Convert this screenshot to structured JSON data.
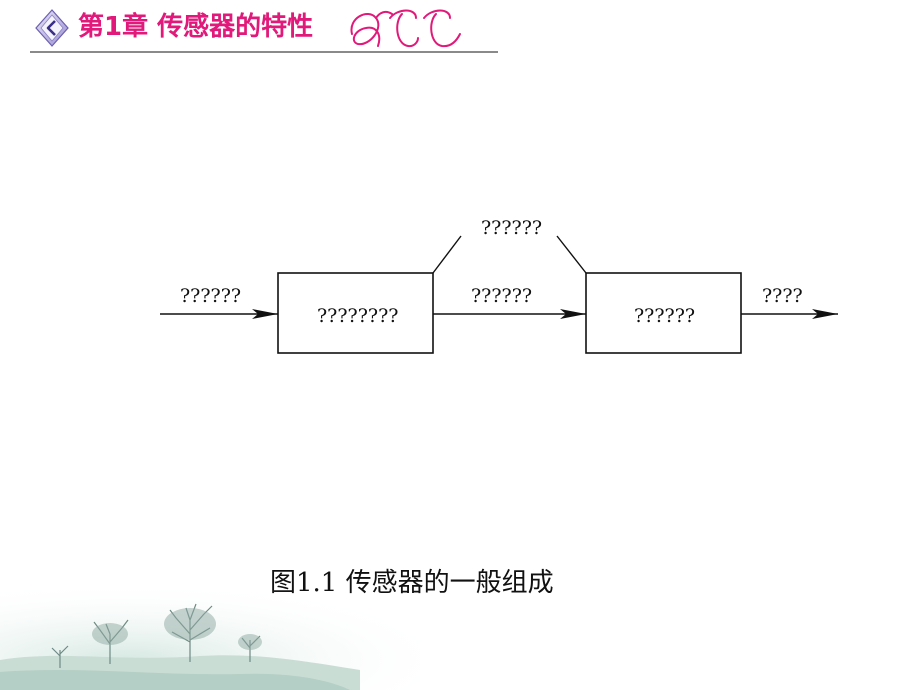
{
  "header": {
    "title": "第1章 传感器的特性",
    "accent_color": "#e0197a",
    "nav_icon": "diamond-chevron-left-icon",
    "ornament": "decorative-swirl-ornament"
  },
  "diagram": {
    "input_label": "??????",
    "block1_label": "????????",
    "middle_label": "??????",
    "auxiliary_label": "??????",
    "block2_label": "??????",
    "output_label": "????"
  },
  "caption": "图1.1 传感器的一般组成",
  "footer": {
    "decoration": "winter-trees-landscape"
  }
}
